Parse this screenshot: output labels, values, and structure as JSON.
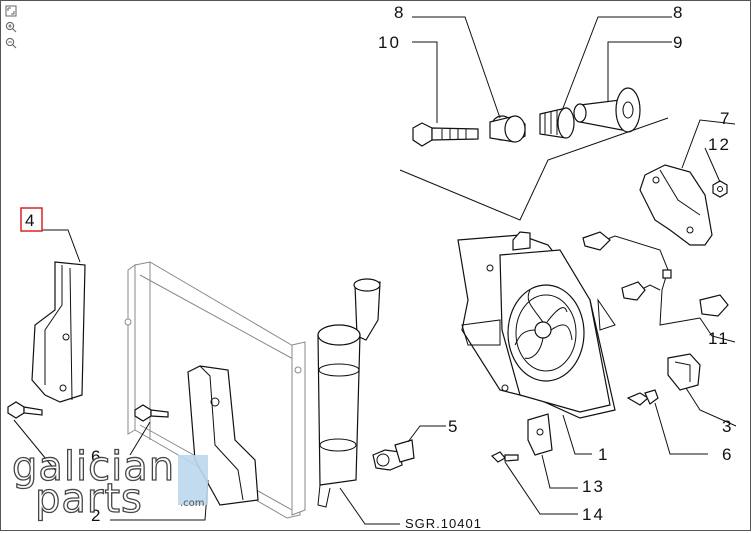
{
  "toolbar": {
    "tools": [
      {
        "name": "fit-page",
        "icon": "fit-page-icon"
      },
      {
        "name": "zoom-in",
        "icon": "zoom-in-icon"
      },
      {
        "name": "zoom-out",
        "icon": "zoom-out-icon"
      }
    ]
  },
  "callouts": {
    "c4": "4",
    "c6a": "6",
    "c2": "2",
    "c8a": "8",
    "c8b": "8",
    "c10": "10",
    "c9": "9",
    "c7": "7",
    "c12": "12",
    "c11": "11",
    "c3": "3",
    "c5": "5",
    "c1": "1",
    "c6b": "6",
    "c13": "13",
    "c14": "14"
  },
  "highlighted_callout": "4",
  "reference": "SGR.10401",
  "watermark": {
    "line1": "galician",
    "line2": "parts",
    "suffix": ".com"
  },
  "colors": {
    "highlight": "#d22222",
    "watermark_accent": "#bcd8ee",
    "line": "#111111"
  }
}
